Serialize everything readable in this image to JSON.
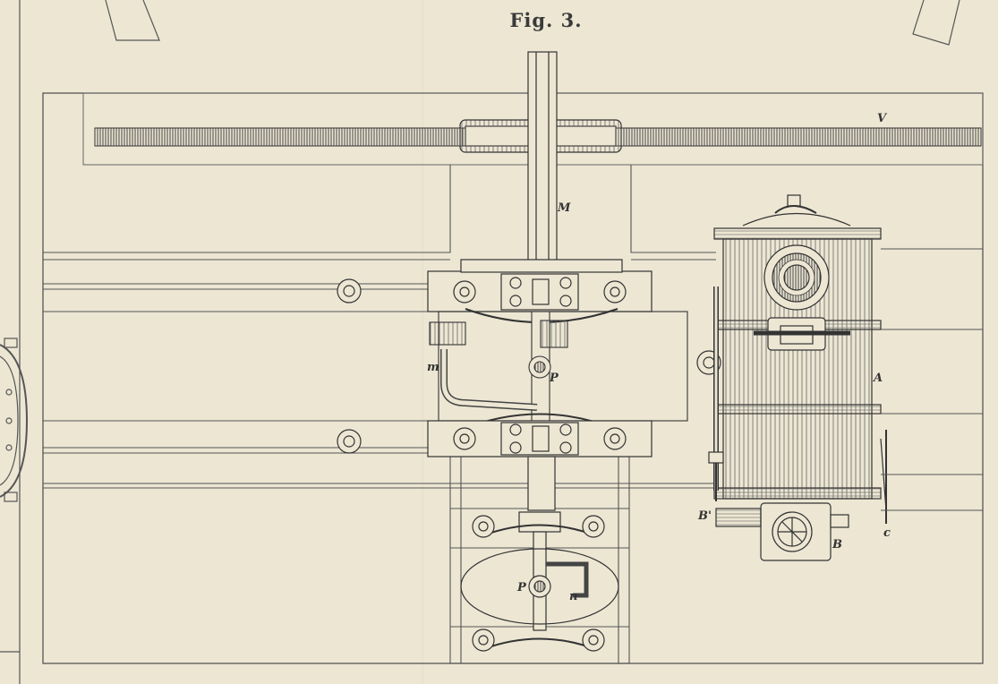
{
  "figure": {
    "title": "Fig. 3."
  },
  "labels": {
    "V": "V",
    "M": "M",
    "m": "m",
    "P": "P",
    "P_lower": "P",
    "n": "n",
    "A": "A",
    "B": "B",
    "B_prime": "B'",
    "c": "c"
  },
  "colors": {
    "paper": "#ece6d3",
    "ink": "#3a3a3a",
    "line": "#555555"
  }
}
